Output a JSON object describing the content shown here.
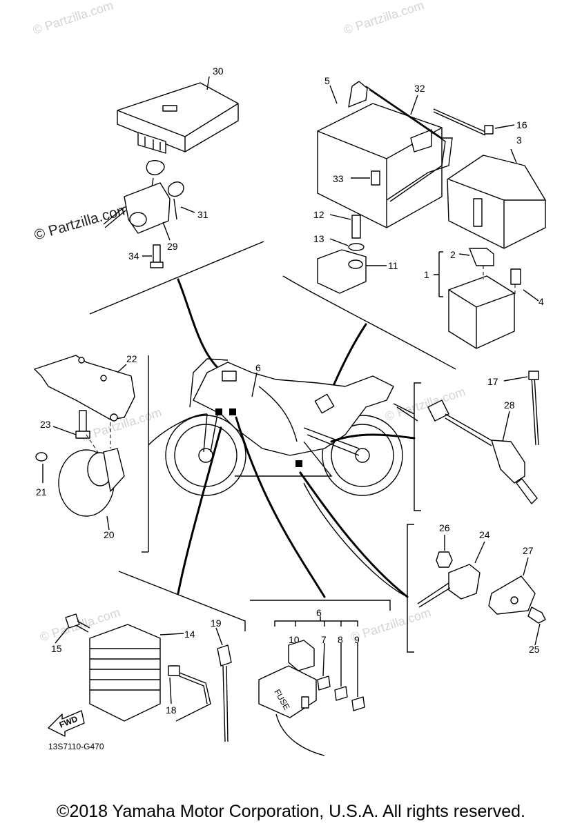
{
  "watermark": {
    "text": "© Partzilla.com",
    "main_text": "© Partzilla.com"
  },
  "diagram_code": "13S7110-G470",
  "fwd_label": "FWD",
  "fuse_label": "FUSE",
  "copyright": "©2018 Yamaha Motor Corporation, U.S.A. All rights reserved.",
  "callouts": {
    "p1": "1",
    "p2": "2",
    "p3": "3",
    "p4": "4",
    "p5": "5",
    "p6a": "6",
    "p6b": "6",
    "p7": "7",
    "p8": "8",
    "p9": "9",
    "p10": "10",
    "p11": "11",
    "p12": "12",
    "p13": "13",
    "p14": "14",
    "p15": "15",
    "p16": "16",
    "p17": "17",
    "p18": "18",
    "p19": "19",
    "p20": "20",
    "p21": "21",
    "p22": "22",
    "p23": "23",
    "p24": "24",
    "p25": "25",
    "p26": "26",
    "p27": "27",
    "p28": "28",
    "p29": "29",
    "p30": "30",
    "p31": "31",
    "p32": "32",
    "p33": "33",
    "p34": "34"
  }
}
